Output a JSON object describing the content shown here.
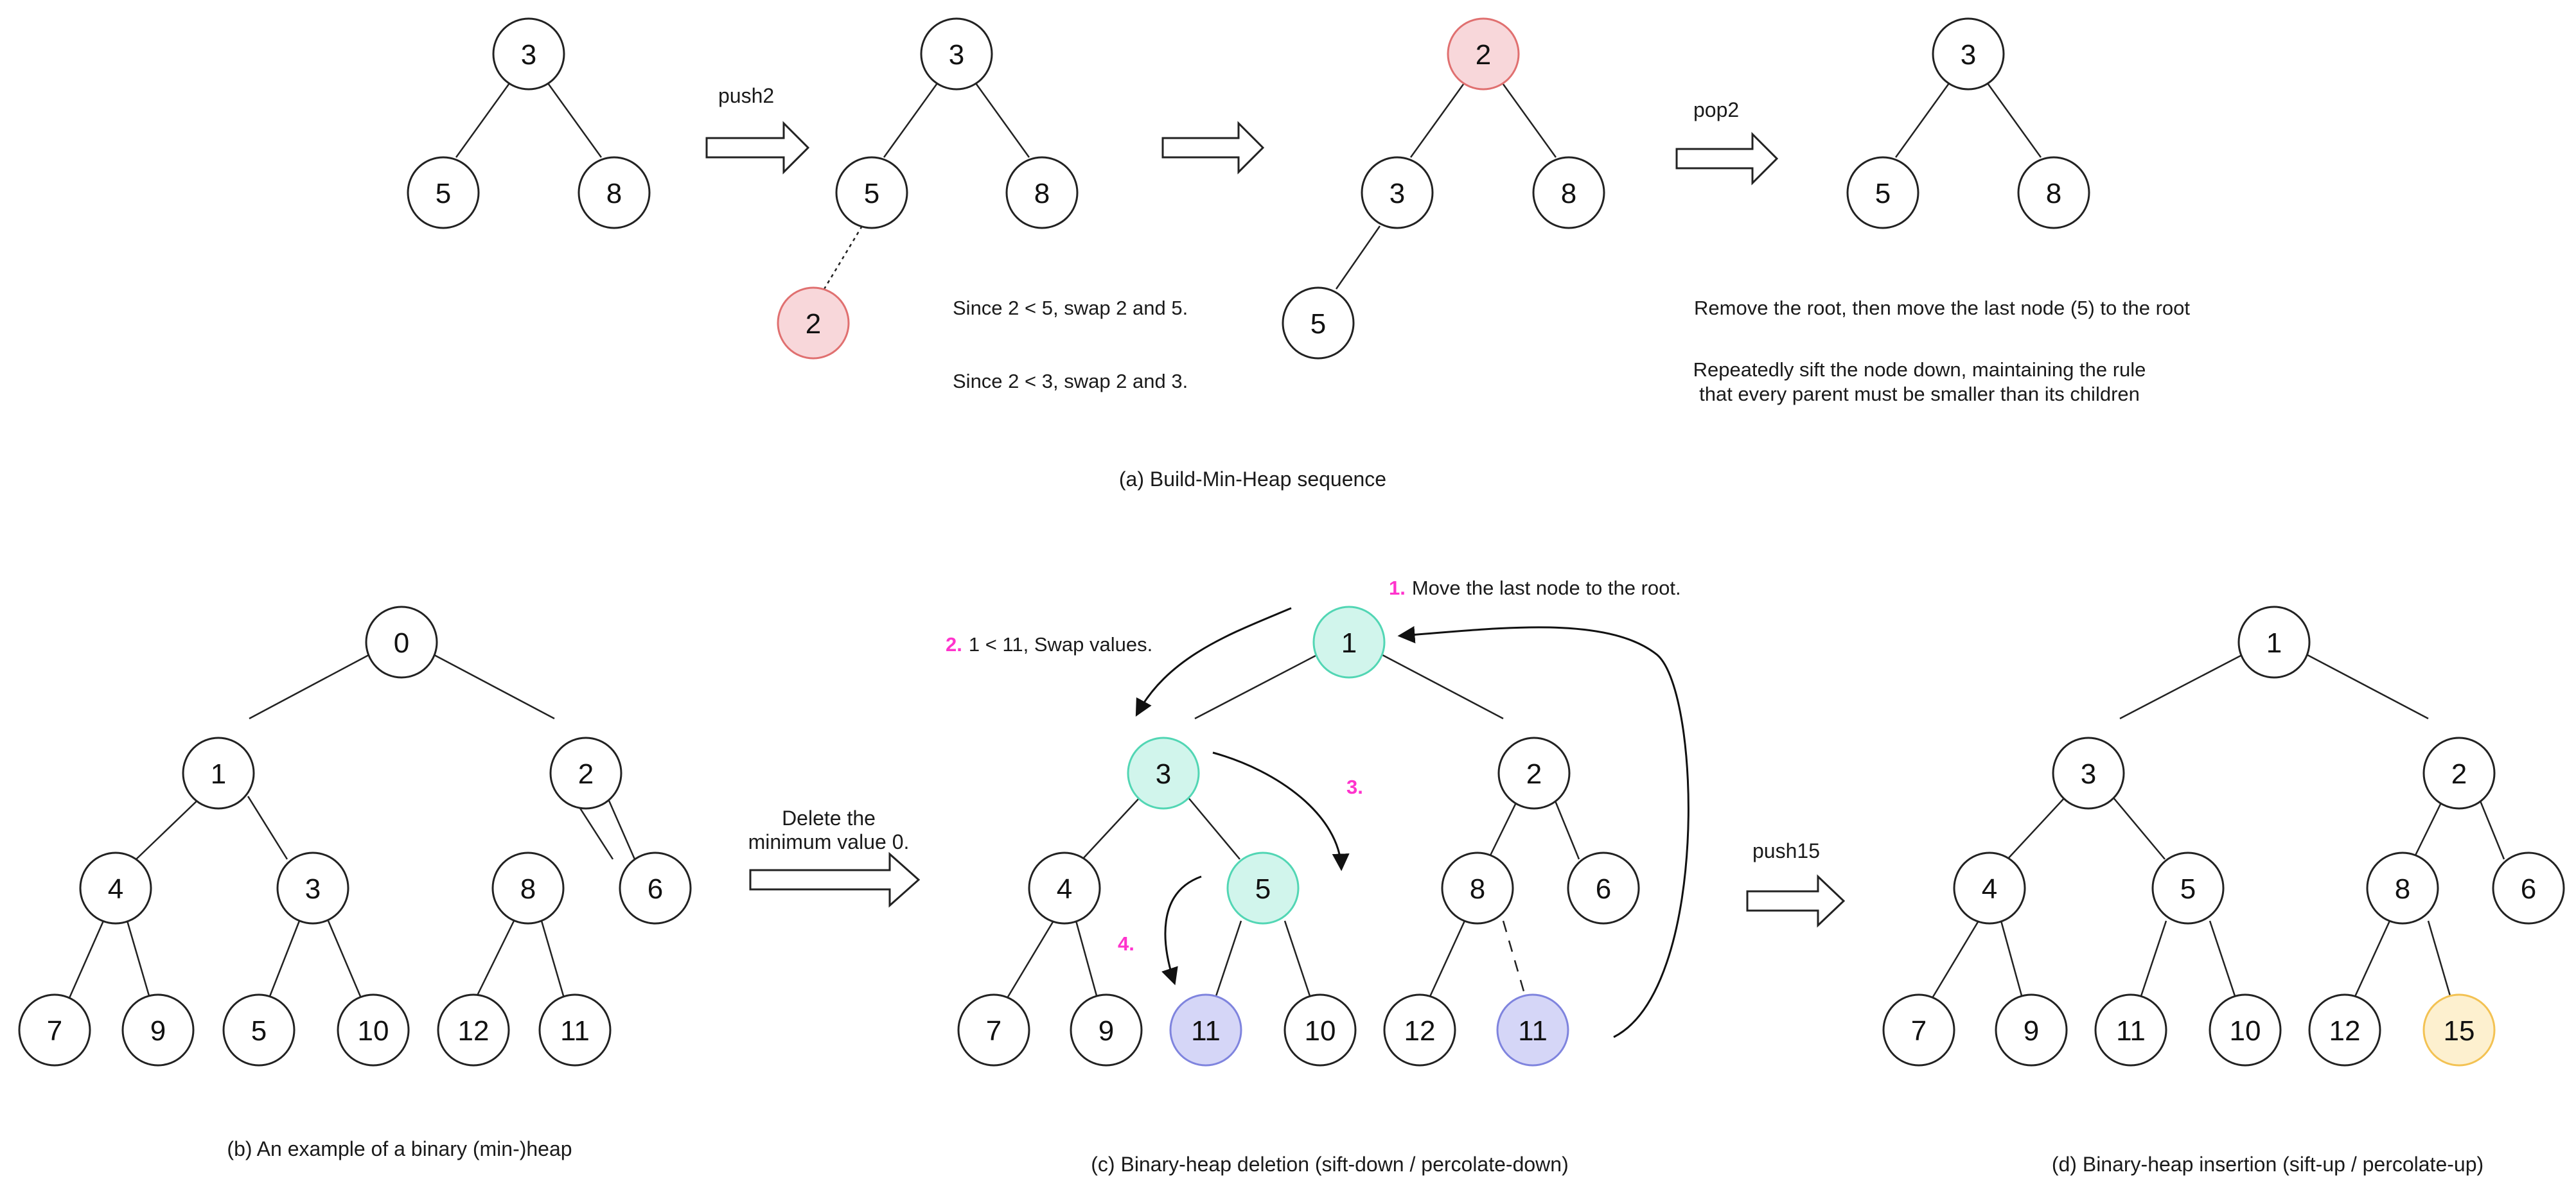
{
  "colors": {
    "default_fill": "#ffffff",
    "red": "#f8d7da",
    "red_stroke": "#e07070",
    "green": "#d1f5ec",
    "green_stroke": "#52d6b4",
    "blue": "#d5d6f7",
    "blue_stroke": "#7f84de",
    "orange": "#fdf0cf",
    "orange_stroke": "#f3c253",
    "step_magenta": "#ff33cc"
  },
  "panel_a": {
    "caption": "(a) Build-Min-Heap sequence",
    "arrow1_label": "push2",
    "arrow3_label": "pop2",
    "text_swap1": "Since 2 < 5, swap 2 and 5.",
    "text_swap2": "Since 2 < 3, swap 2 and 3.",
    "text_remove": "Remove the root, then move the last node (5) to the root",
    "text_sift_line1": "Repeatedly sift the node down, maintaining the rule",
    "text_sift_line2": "that every parent must be smaller than its children",
    "tree1": [
      "3",
      "5",
      "8"
    ],
    "tree2": [
      "3",
      "5",
      "8",
      "2"
    ],
    "tree3": [
      "2",
      "3",
      "8",
      "5"
    ],
    "tree4": [
      "3",
      "5",
      "8"
    ]
  },
  "panel_b": {
    "caption": "(b) An example of a binary (min-)heap",
    "nodes": [
      "0",
      "1",
      "2",
      "4",
      "3",
      "8",
      "6",
      "7",
      "9",
      "5",
      "10",
      "12",
      "11"
    ]
  },
  "panel_c": {
    "caption": "(c) Binary-heap deletion (sift-down / percolate-down)",
    "arrow_label_line1": "Delete the",
    "arrow_label_line2": "minimum value 0.",
    "step1_num": "1.",
    "step1_text": "Move the last node to the root.",
    "step2_num": "2.",
    "step2_text": "1 < 11,  Swap values.",
    "step3_num": "3.",
    "step4_num": "4.",
    "nodes": [
      "1",
      "3",
      "2",
      "4",
      "5",
      "8",
      "6",
      "7",
      "9",
      "11",
      "10",
      "12",
      "11"
    ]
  },
  "panel_d": {
    "caption": "(d) Binary-heap insertion (sift-up / percolate-up)",
    "arrow_label": "push15",
    "nodes": [
      "1",
      "3",
      "2",
      "4",
      "5",
      "8",
      "6",
      "7",
      "9",
      "11",
      "10",
      "12",
      "15"
    ]
  }
}
